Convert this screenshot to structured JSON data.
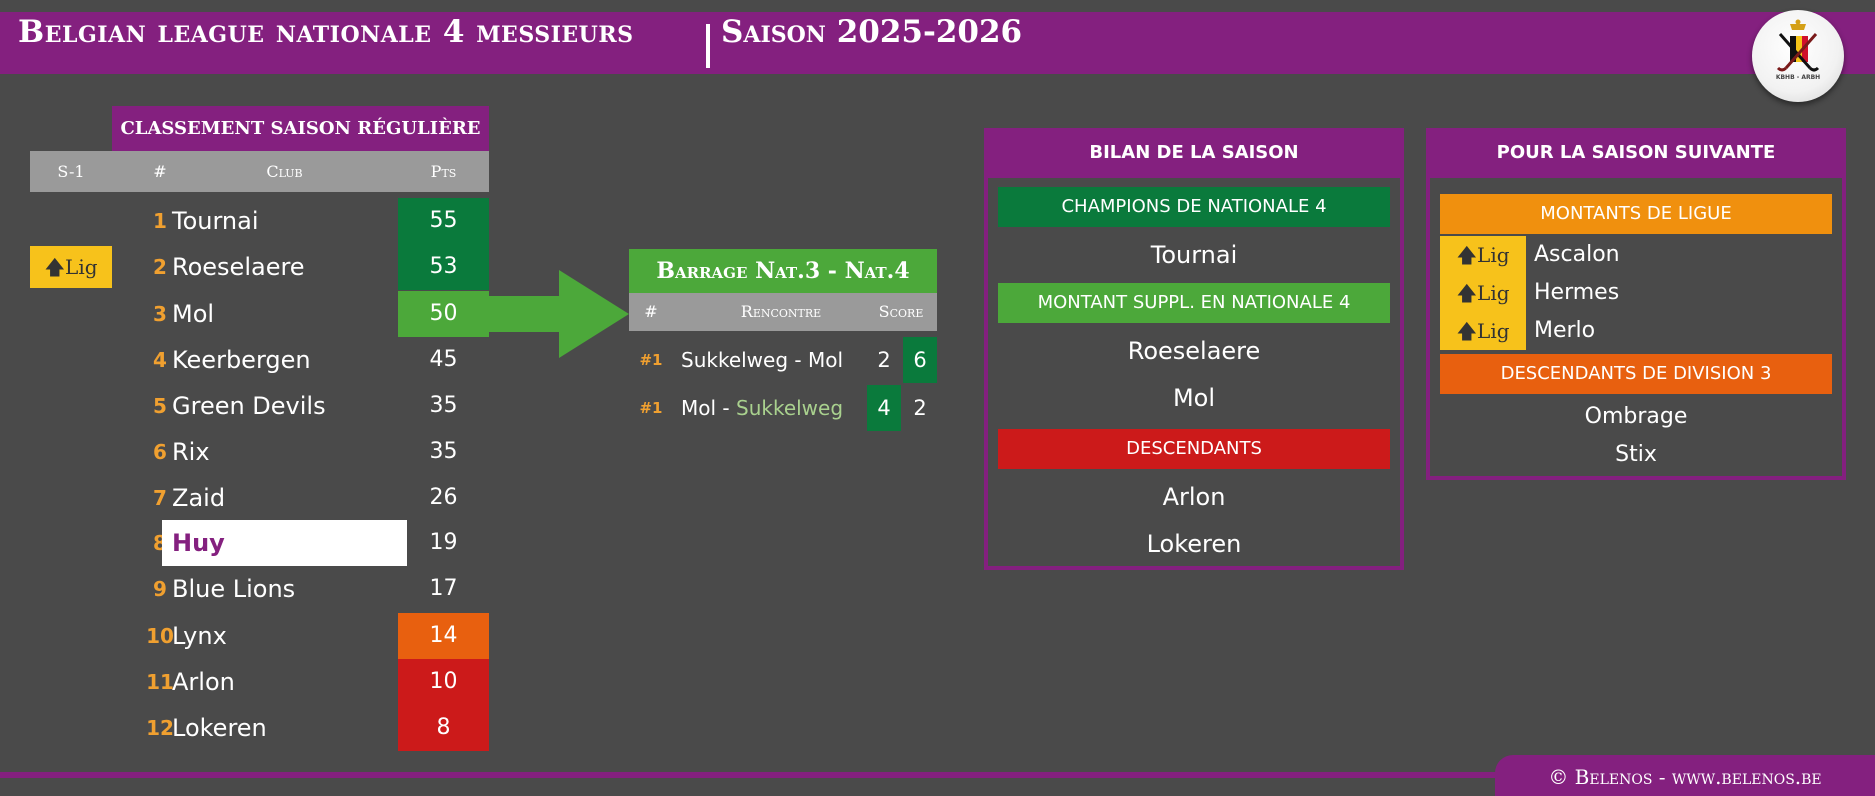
{
  "header": {
    "title": "Belgian league nationale 4 messieurs",
    "season": "Saison 2025-2026"
  },
  "logo": {
    "text": "KBHB - ARBH"
  },
  "standings": {
    "title": "CLASSEMENT SAISON RÉGULIÈRE",
    "columns": {
      "prev": "S-1",
      "rank": "#",
      "club": "Club",
      "pts": "Pts"
    },
    "rows": [
      {
        "rank": "1",
        "club": "Tournai",
        "pts": "55",
        "prev": "",
        "status": "champion"
      },
      {
        "rank": "2",
        "club": "Roeselaere",
        "pts": "53",
        "prev": "Lig",
        "status": "champion"
      },
      {
        "rank": "3",
        "club": "Mol",
        "pts": "50",
        "prev": "",
        "status": "barrage"
      },
      {
        "rank": "4",
        "club": "Keerbergen",
        "pts": "45",
        "prev": "",
        "status": ""
      },
      {
        "rank": "5",
        "club": "Green Devils",
        "pts": "35",
        "prev": "",
        "status": ""
      },
      {
        "rank": "6",
        "club": "Rix",
        "pts": "35",
        "prev": "",
        "status": ""
      },
      {
        "rank": "7",
        "club": "Zaid",
        "pts": "26",
        "prev": "",
        "status": ""
      },
      {
        "rank": "8",
        "club": "Huy",
        "pts": "19",
        "prev": "",
        "status": "highlight"
      },
      {
        "rank": "9",
        "club": "Blue Lions",
        "pts": "17",
        "prev": "",
        "status": ""
      },
      {
        "rank": "10",
        "club": "Lynx",
        "pts": "14",
        "prev": "",
        "status": "orange"
      },
      {
        "rank": "11",
        "club": "Arlon",
        "pts": "10",
        "prev": "",
        "status": "relegated"
      },
      {
        "rank": "12",
        "club": "Lokeren",
        "pts": "8",
        "prev": "",
        "status": "relegated"
      }
    ]
  },
  "barrage": {
    "title": "Barrage Nat.3 - Nat.4",
    "columns": {
      "num": "#",
      "match": "Rencontre",
      "score": "Score"
    },
    "matches": [
      {
        "num": "#1",
        "home": "Sukkelweg",
        "sep": " - ",
        "away": "Mol",
        "s1": "2",
        "s2": "6",
        "winner": 2
      },
      {
        "num": "#1",
        "home": "Mol",
        "sep": " - ",
        "away": "Sukkelweg",
        "s1": "4",
        "s2": "2",
        "winner": 1
      }
    ]
  },
  "bilan": {
    "title": "BILAN DE LA SAISON",
    "champions_label": "CHAMPIONS DE NATIONALE 4",
    "champion": "Tournai",
    "montant_label": "MONTANT SUPPL. EN NATIONALE 4",
    "montants": [
      "Roeselaere",
      "Mol"
    ],
    "descendants_label": "DESCENDANTS",
    "descendants": [
      "Arlon",
      "Lokeren"
    ]
  },
  "suivante": {
    "title": "POUR LA SAISON SUIVANTE",
    "montants_label": "MONTANTS DE LIGUE",
    "montants": [
      {
        "tag": "Lig",
        "club": "Ascalon"
      },
      {
        "tag": "Lig",
        "club": "Hermes"
      },
      {
        "tag": "Lig",
        "club": "Merlo"
      }
    ],
    "descendants_label": "DESCENDANTS DE DIVISION 3",
    "descendants": [
      "Ombrage",
      "Stix"
    ]
  },
  "footer": "© Belenos - www.belenos.be",
  "colors": {
    "purple": "#84207f",
    "dark_green": "#0a7a3c",
    "light_green": "#4ca83a",
    "orange": "#f0a030",
    "deep_orange": "#e8600f",
    "red": "#cc1a1a",
    "yellow": "#f7c21b",
    "background": "#4a4a4a"
  }
}
